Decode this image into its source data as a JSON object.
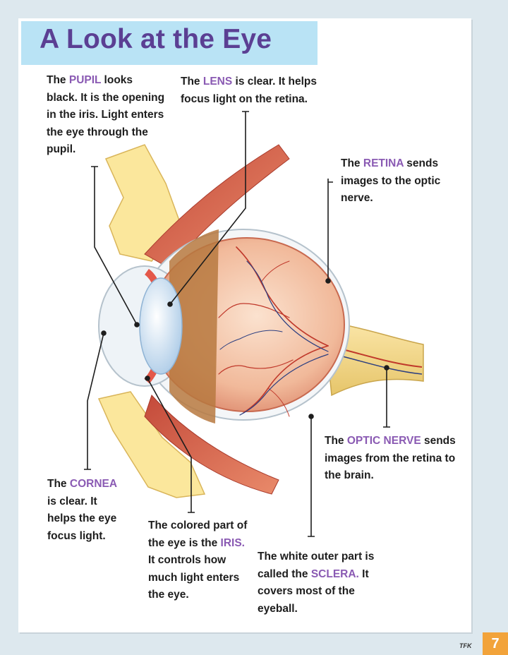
{
  "title": "A Look at the Eye",
  "labels": {
    "pupil": {
      "pre": "The ",
      "term": "PUPIL",
      "post": " looks black. It is the opening in the iris. Light enters the eye through the pupil."
    },
    "lens": {
      "pre": "The ",
      "term": "LENS",
      "post": " is clear. It helps focus light on the retina."
    },
    "retina": {
      "pre": "The ",
      "term": "RETINA",
      "post": " sends images to the optic nerve."
    },
    "optic_nerve": {
      "pre": "The ",
      "term": "OPTIC NERVE",
      "post": " sends images from the retina to the brain."
    },
    "cornea": {
      "pre": "The ",
      "term": "CORNEA",
      "post": " is clear. It helps the eye focus light."
    },
    "iris": {
      "pre": "The colored part of the eye is the ",
      "term": "IRIS.",
      "post": " It controls how much light enters the eye."
    },
    "sclera": {
      "pre": "The white outer part is called the ",
      "term": "SCLERA.",
      "post": " It covers most of the eyeball."
    }
  },
  "footer": {
    "publication": "TFK",
    "page_number": "7"
  },
  "colors": {
    "title_bg": "#b9e3f5",
    "title_text": "#5b3f93",
    "highlight": "#8a5ab3",
    "page_tab": "#f2a33a"
  }
}
